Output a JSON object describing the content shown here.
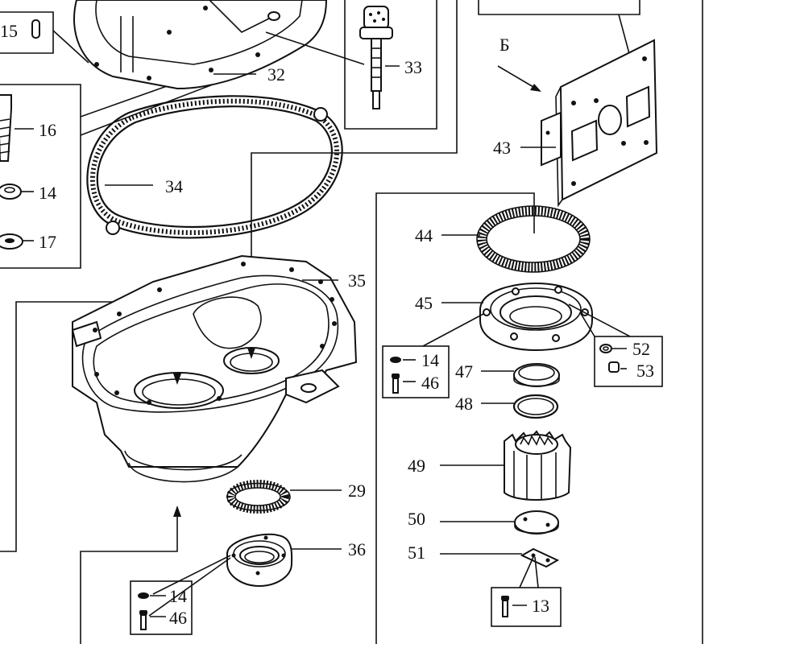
{
  "diagram": {
    "view_mark": "Б",
    "callouts": [
      {
        "id": "15",
        "text": "15"
      },
      {
        "id": "16",
        "text": "16"
      },
      {
        "id": "14a",
        "text": "14"
      },
      {
        "id": "17",
        "text": "17"
      },
      {
        "id": "32",
        "text": "32"
      },
      {
        "id": "33",
        "text": "33"
      },
      {
        "id": "34",
        "text": "34"
      },
      {
        "id": "35",
        "text": "35"
      },
      {
        "id": "43",
        "text": "43"
      },
      {
        "id": "44",
        "text": "44"
      },
      {
        "id": "45",
        "text": "45"
      },
      {
        "id": "14b",
        "text": "14"
      },
      {
        "id": "46b",
        "text": "46"
      },
      {
        "id": "52",
        "text": "52"
      },
      {
        "id": "53",
        "text": "53"
      },
      {
        "id": "47",
        "text": "47"
      },
      {
        "id": "48",
        "text": "48"
      },
      {
        "id": "49",
        "text": "49"
      },
      {
        "id": "29",
        "text": "29"
      },
      {
        "id": "36",
        "text": "36"
      },
      {
        "id": "50",
        "text": "50"
      },
      {
        "id": "51",
        "text": "51"
      },
      {
        "id": "14c",
        "text": "14"
      },
      {
        "id": "46c",
        "text": "46"
      },
      {
        "id": "13",
        "text": "13"
      }
    ]
  }
}
